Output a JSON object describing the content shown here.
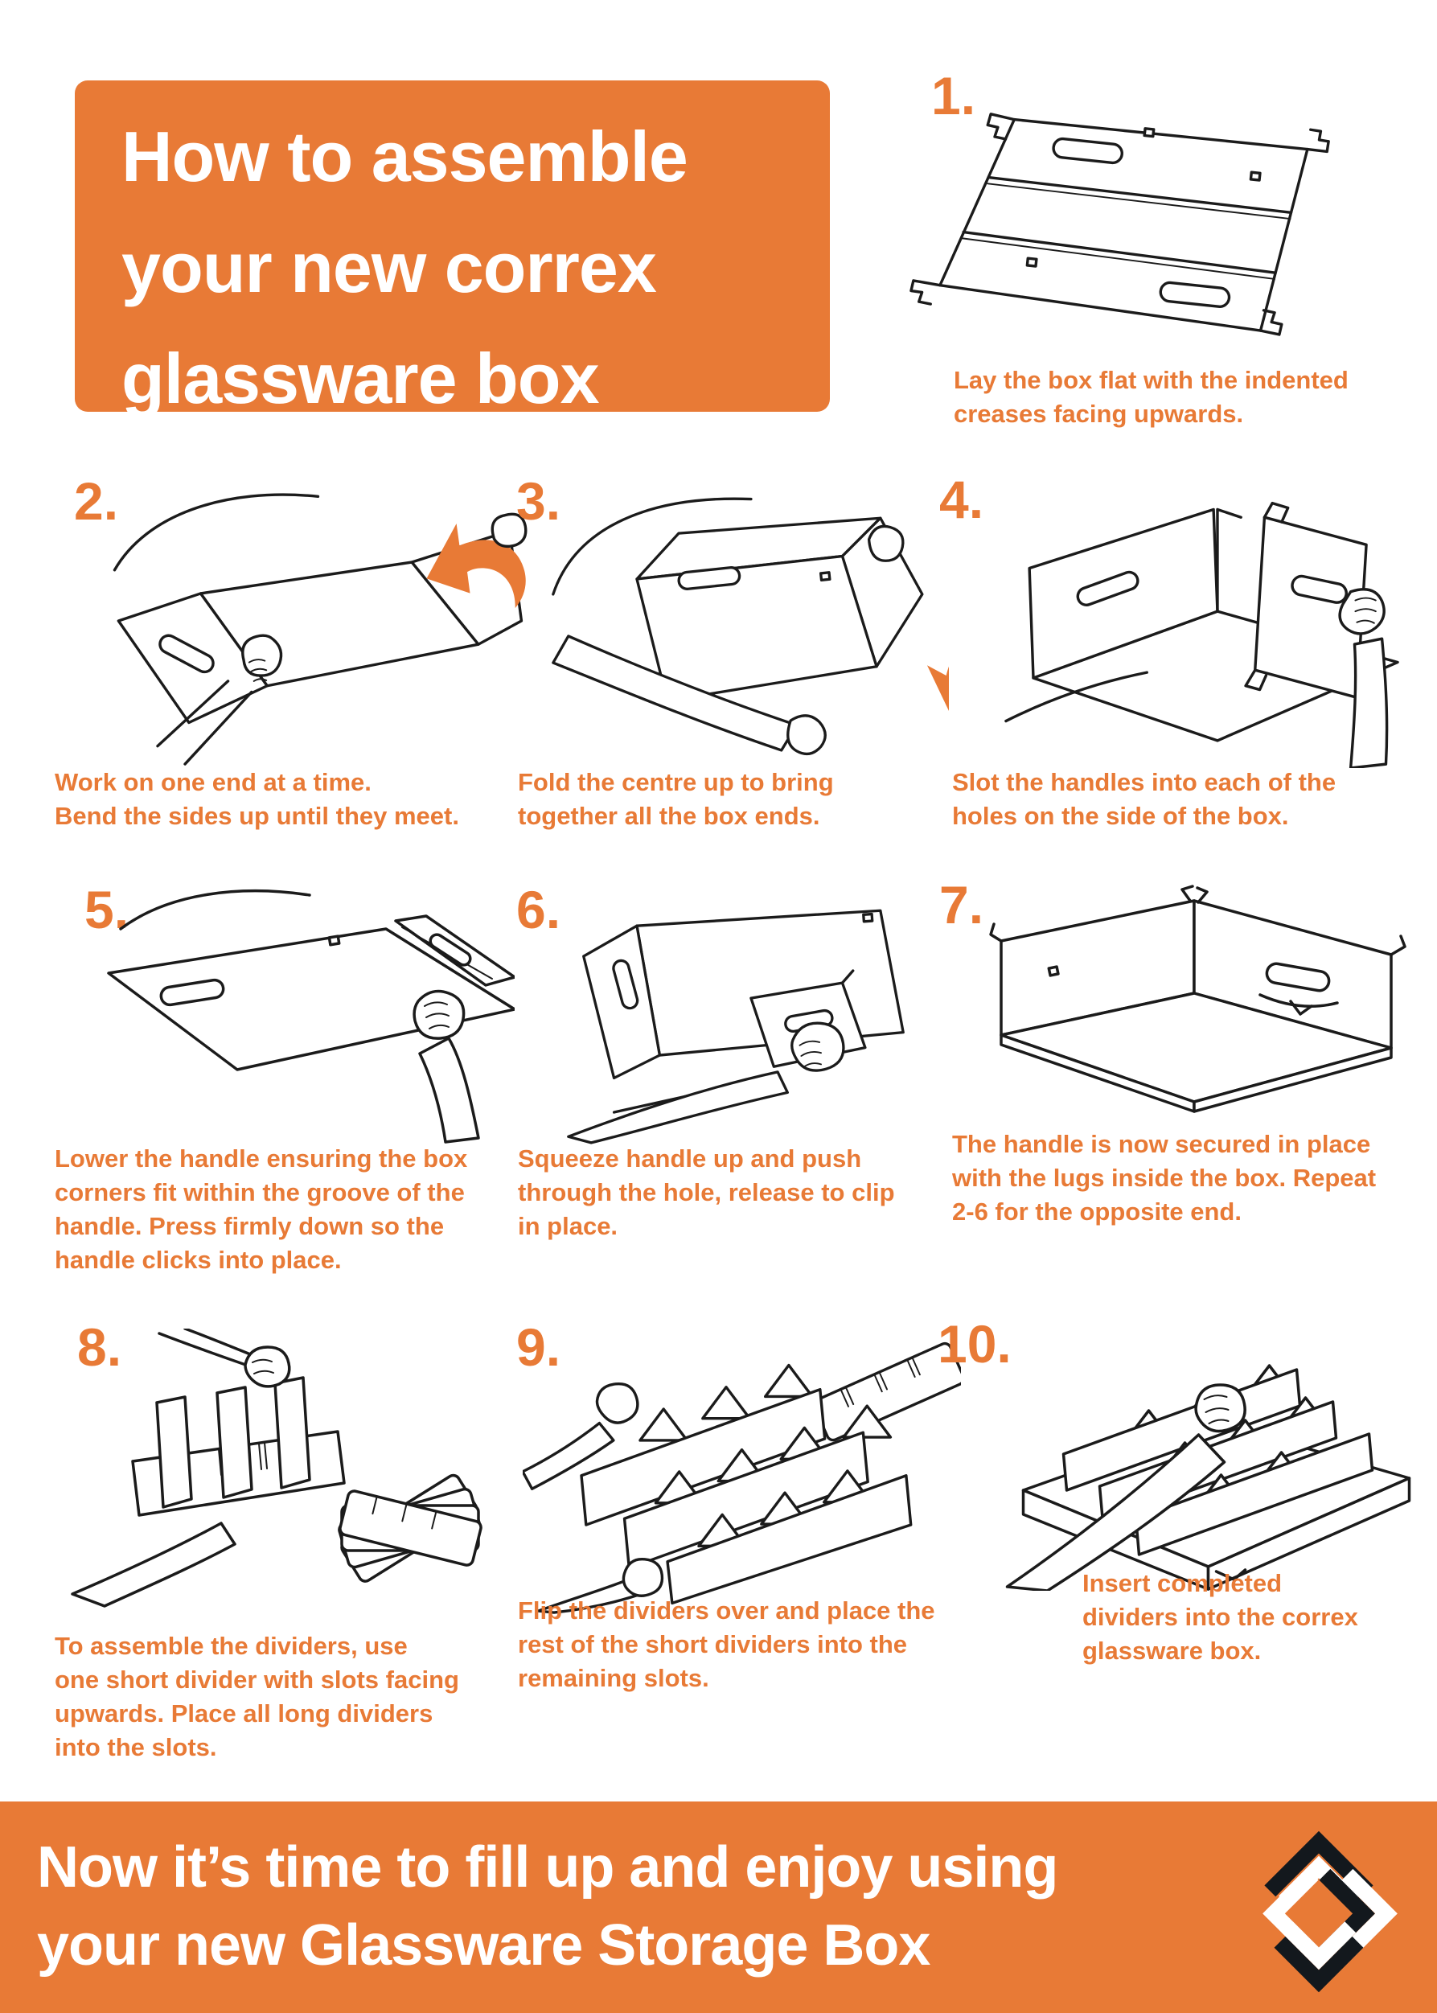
{
  "accent": "#e87a36",
  "title": {
    "text": "How to assemble\nyour new correx\nglassware box"
  },
  "steps": [
    {
      "num": "1.",
      "caption": "Lay the box flat with the indented\ncreases facing upwards."
    },
    {
      "num": "2.",
      "caption": "Work on one end at a time.\nBend the sides up until they meet."
    },
    {
      "num": "3.",
      "caption": "Fold the centre up to bring\ntogether all the box ends."
    },
    {
      "num": "4.",
      "caption": "Slot the handles into each of the\nholes on the side of the box."
    },
    {
      "num": "5.",
      "caption": "Lower the handle ensuring the box\ncorners fit within the groove of the\nhandle. Press firmly down so the\nhandle clicks into place."
    },
    {
      "num": "6.",
      "caption": "Squeeze handle up and push\nthrough the hole, release to clip\nin place."
    },
    {
      "num": "7.",
      "caption": "The handle is now secured in place\nwith the lugs inside the box. Repeat\n2-6 for the opposite end."
    },
    {
      "num": "8.",
      "caption": "To assemble the dividers, use\none short divider with slots facing\nupwards. Place all long dividers\ninto the slots."
    },
    {
      "num": "9.",
      "caption": "Flip the dividers over and place the\nrest of the short dividers into the\nremaining slots."
    },
    {
      "num": "10.",
      "caption": "Insert completed\ndividers into the correx\nglassware box."
    }
  ],
  "footer": {
    "line1": "Now it’s time to fill up and enjoy using",
    "line2": "your new Glassware Storage Box"
  }
}
